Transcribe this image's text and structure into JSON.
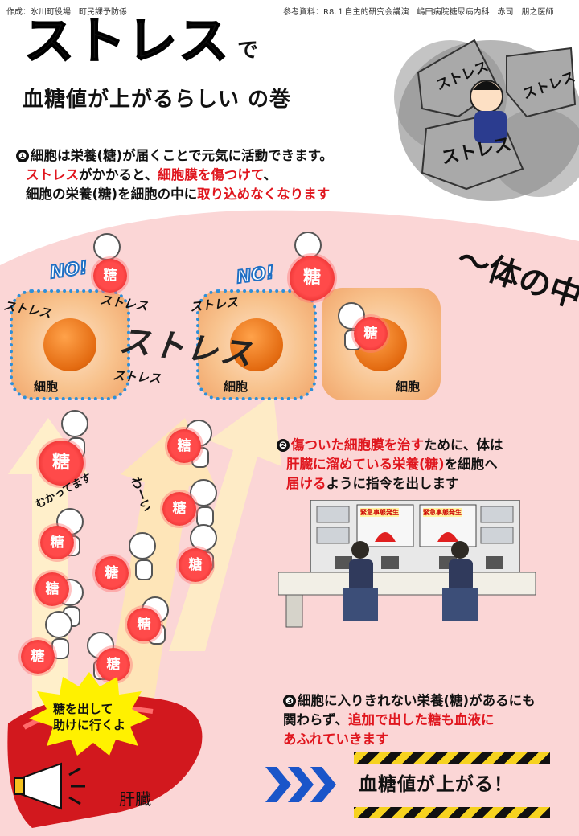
{
  "header": {
    "author": "作成：氷川町役場　町民課予防係",
    "reference": "参考資料：R8.１自主的研究会講演　嶋田病院糖尿病内科　赤司　朋之医師"
  },
  "title": {
    "main": "ストレス",
    "particle": "で",
    "sub": "血糖値が上がるらしい の巻"
  },
  "illustration": {
    "rock_labels": [
      "ストレス",
      "ストレス",
      "ストレス"
    ]
  },
  "step1": {
    "num": "❶",
    "line1": "細胞は栄養(糖)が届くことで元気に活動できます。",
    "line2_a": "ストレス",
    "line2_b": "がかかると、",
    "line2_c": "細胞膜を傷つけて",
    "line2_d": "、",
    "line3_a": "細胞の栄養(糖)を細胞の中に",
    "line3_b": "取り込めなくなります"
  },
  "body_label": "～体の中～",
  "cells": {
    "label": "細胞",
    "no_badge": "NO!",
    "stress_small": "ストレス",
    "stress_big": "ストレス"
  },
  "sugar_char": "糖",
  "crowd": {
    "going": "むかってます",
    "wow": "わーい"
  },
  "step2": {
    "num": "❷",
    "line1_a": "傷ついた細胞膜を治す",
    "line1_b": "ために、体は",
    "line2_a": "肝臓に溜めている栄養(糖)",
    "line2_b": "を細胞へ",
    "line3_a": "届ける",
    "line3_b": "ように指令を出します"
  },
  "control_room": {
    "alert_label": "緊急事態発生"
  },
  "liver": {
    "speech": "糖を出して\n助けに行くよ",
    "label": "肝臓"
  },
  "step3": {
    "num": "❸",
    "line1": "細胞に入りきれない栄養(糖)があるにも",
    "line2_a": "関わらず、",
    "line2_b": "追加で出した糖も血液に",
    "line3": "あふれていきます"
  },
  "result": {
    "arrows": "»»»",
    "text": "血糖値が上がる！"
  },
  "colors": {
    "red": "#e0161e",
    "pink_bg": "#fbd6d6",
    "blue_dots": "#2e8fd8",
    "hazard_yellow": "#f6d21f"
  }
}
